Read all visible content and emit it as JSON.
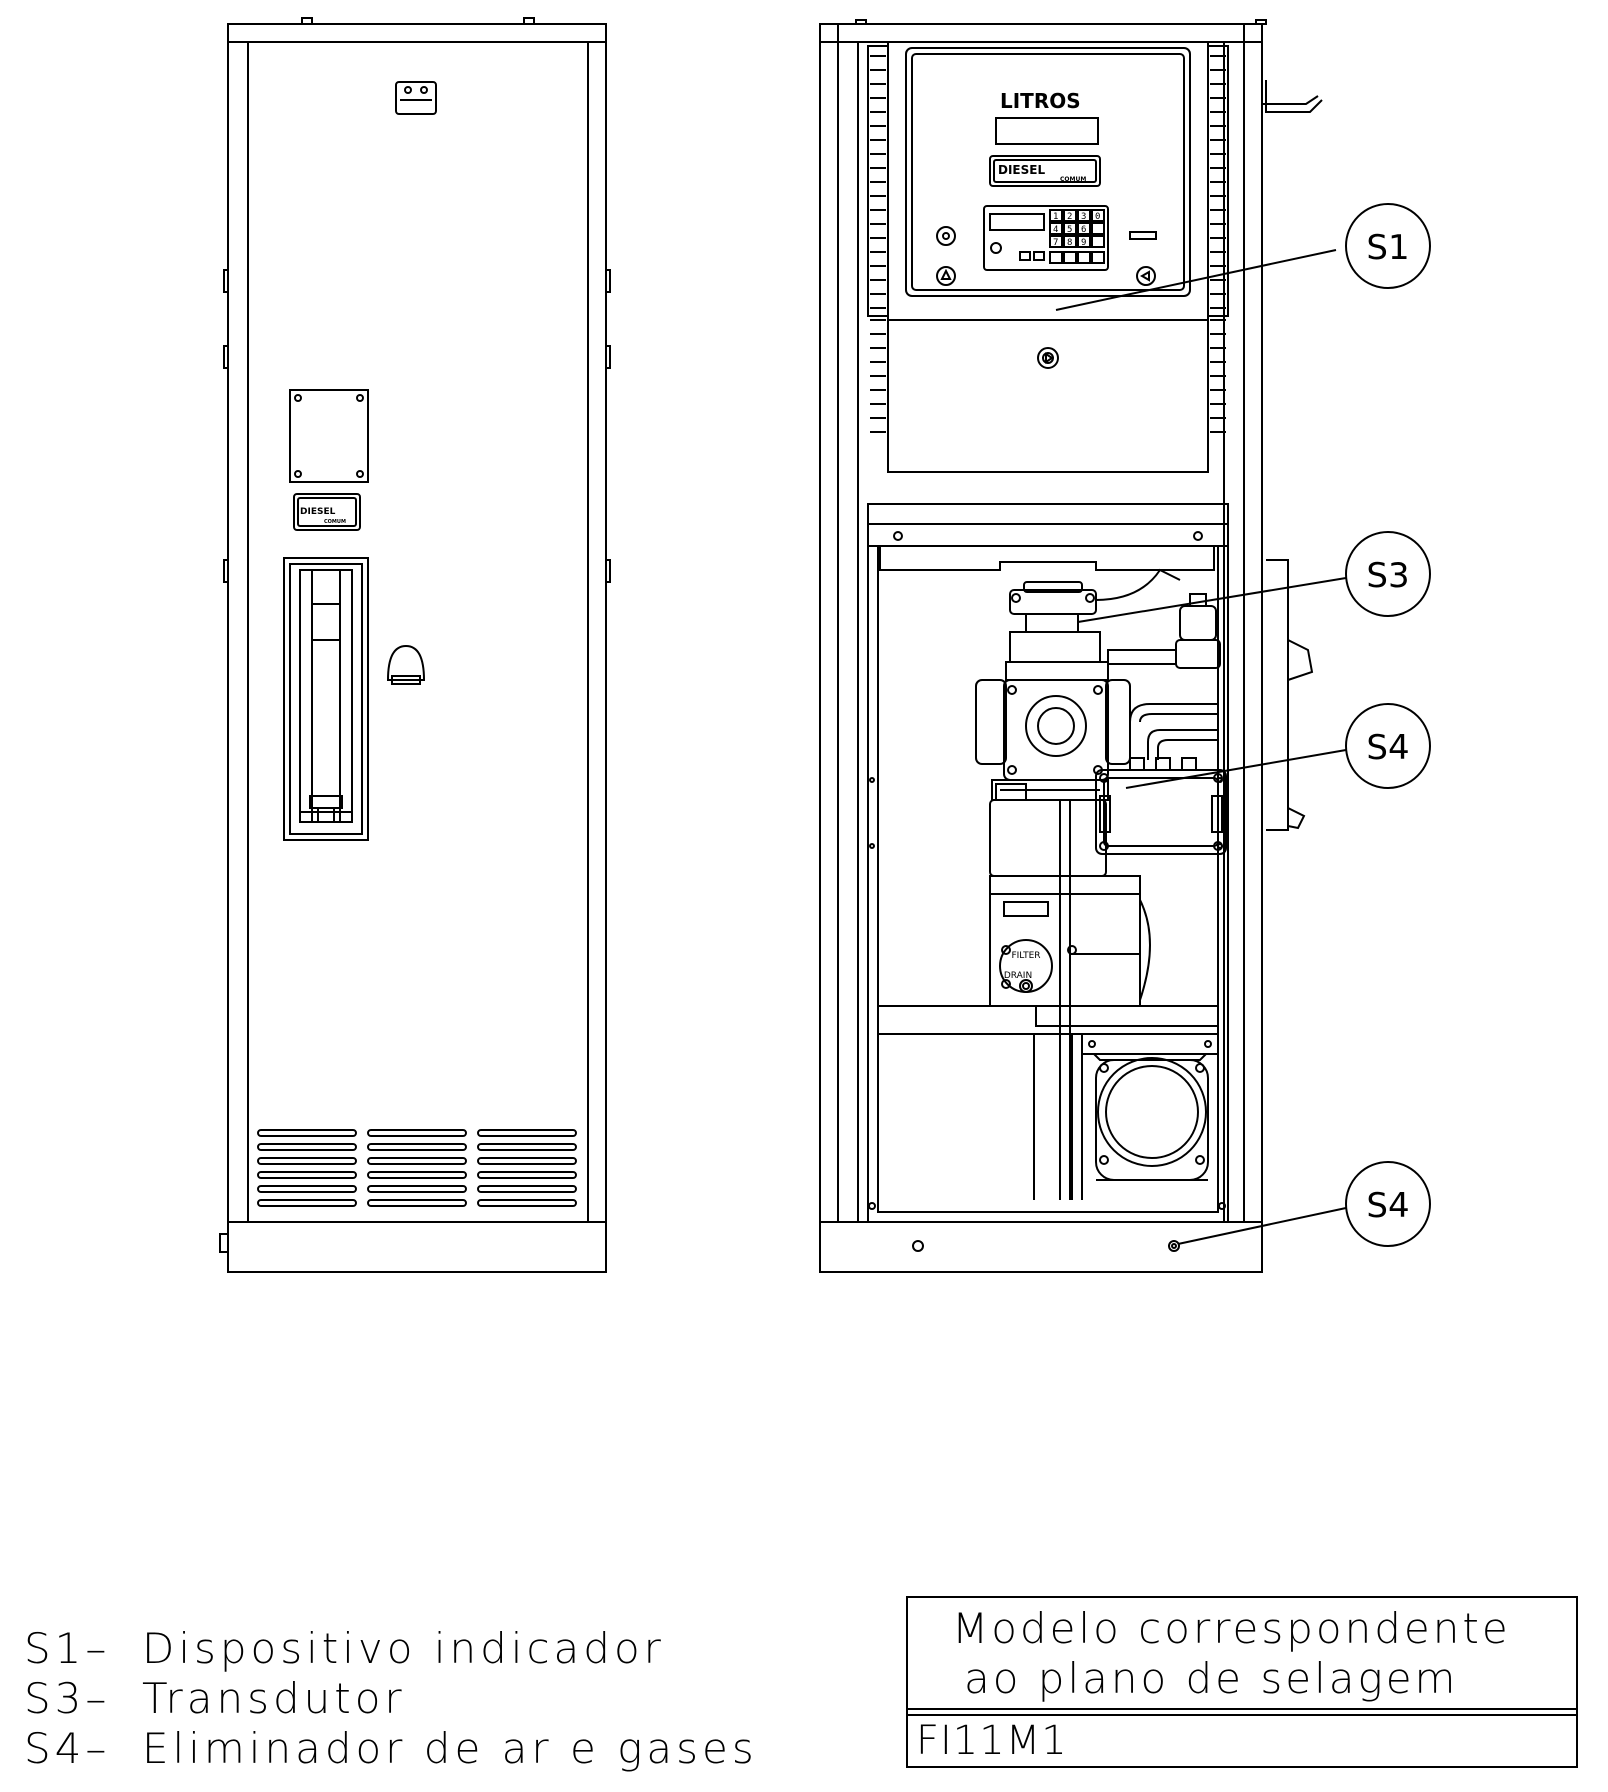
{
  "dispenser": {
    "display_label": "LITROS",
    "brand_name": "DIESEL",
    "brand_sub": "COMUM",
    "keypad_keys": [
      "1",
      "2",
      "3",
      "0",
      "4",
      "5",
      "6",
      "",
      "7",
      "8",
      "9",
      ""
    ],
    "filter_label": "FILTER",
    "drain_label": "DRAIN"
  },
  "seals": [
    {
      "code": "S1"
    },
    {
      "code": "S3"
    },
    {
      "code": "S4"
    },
    {
      "code": "S4"
    }
  ],
  "legend": [
    {
      "code": "S1–",
      "text": "Dispositivo indicador"
    },
    {
      "code": "S3–",
      "text": "Transdutor"
    },
    {
      "code": "S4–",
      "text": "Eliminador de ar e gases"
    }
  ],
  "title_block": {
    "line1": "Modelo correspondente",
    "line2": "ao plano de selagem",
    "code": "FI11M1"
  }
}
